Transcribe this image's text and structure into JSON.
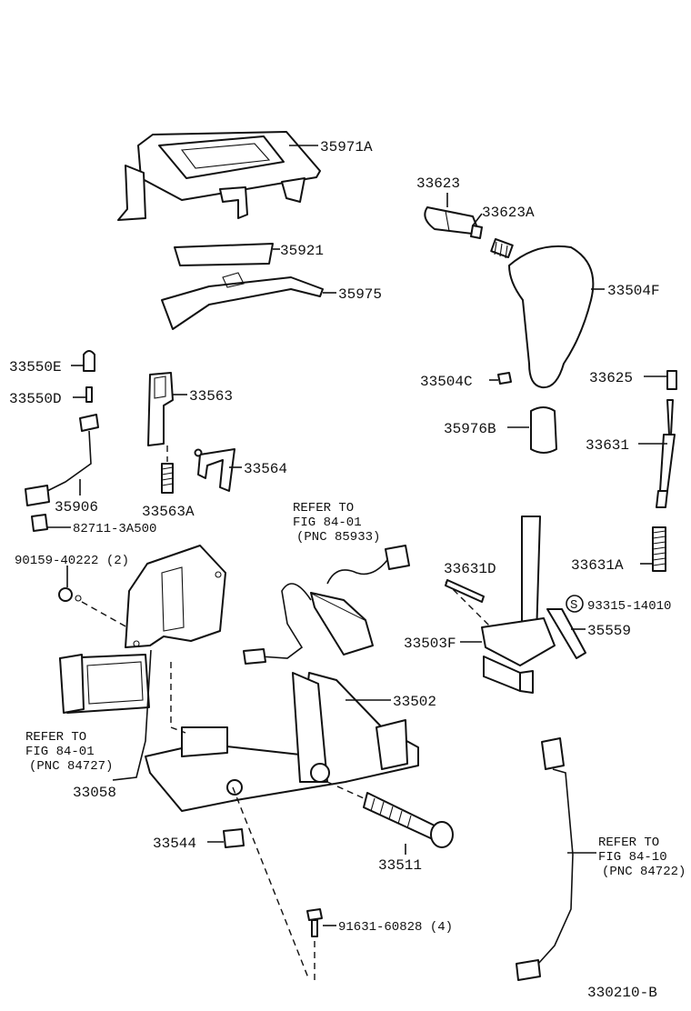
{
  "diagram_code": "330210-B",
  "parts": {
    "p35971A": "35971A",
    "p35921": "35921",
    "p35975": "35975",
    "p33623": "33623",
    "p33623A": "33623A",
    "p33504F": "33504F",
    "p33504C": "33504C",
    "p33625": "33625",
    "p35976B": "35976B",
    "p33631": "33631",
    "p33631A": "33631A",
    "p33550E": "33550E",
    "p33550D": "33550D",
    "p35906": "35906",
    "p33563": "33563",
    "p33563A": "33563A",
    "p33564": "33564",
    "p82711": "82711-3A500",
    "p90159": "90159-40222 (2)",
    "p33631D": "33631D",
    "p93315": "93315-14010",
    "s_mark": "S",
    "p33503F": "33503F",
    "p35559": "35559",
    "p33502": "33502",
    "p33058": "33058",
    "p33544": "33544",
    "p33511": "33511",
    "p91631": "91631-60828 (4)"
  },
  "refs": {
    "ref1": [
      "REFER TO",
      "FIG 84-01",
      "(PNC 85933)"
    ],
    "ref2": [
      "REFER TO",
      "FIG 84-01",
      "(PNC 84727)"
    ],
    "ref3": [
      "REFER TO",
      "FIG 84-10",
      "(PNC 84722)"
    ]
  }
}
